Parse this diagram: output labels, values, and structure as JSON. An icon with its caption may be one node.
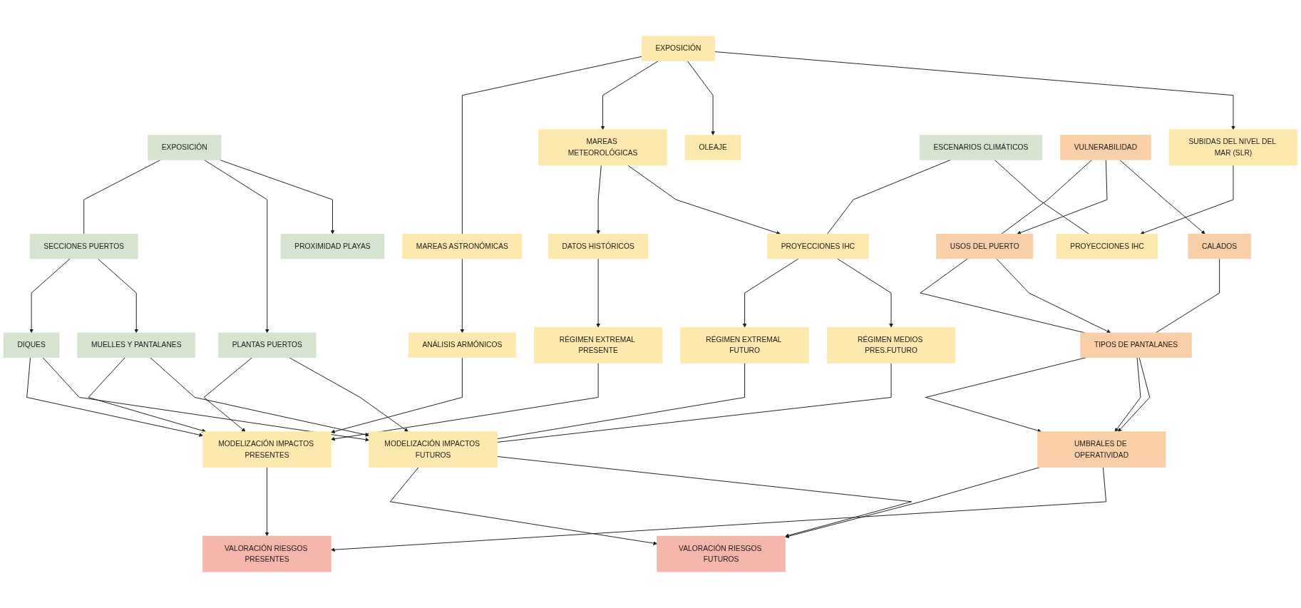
{
  "diagram": {
    "nodes": [
      {
        "text": [
          "EXPOSICIÓN"
        ]
      },
      {
        "text": [
          "SECCIONES PUERTOS"
        ]
      },
      {
        "text": [
          "PLANTAS PUERTOS"
        ]
      },
      {
        "text": [
          "PROXIMIDAD PLAYAS"
        ]
      },
      {
        "text": [
          "DIQUES"
        ]
      },
      {
        "text": [
          "MUELLES Y PANTALANES"
        ]
      },
      {
        "text": [
          "EXPOSICIÓN"
        ]
      },
      {
        "text": [
          "MAREAS ASTRONÓMICAS"
        ]
      },
      {
        "text": [
          "OLEAJE"
        ]
      },
      {
        "text": [
          "SUBIDAS DEL NIVEL DEL MAR (SLR)"
        ]
      },
      {
        "text": [
          "ANÁLISIS ARMÓNICOS"
        ]
      },
      {
        "text": [
          "MAREAS METEOROLÓGICAS"
        ]
      },
      {
        "text": [
          "ESCENARIOS CLIMÁTICOS"
        ]
      },
      {
        "text": [
          "VULNERABILIDAD"
        ]
      },
      {
        "text": [
          "DATOS HISTÓRICOS"
        ]
      },
      {
        "text": [
          "PROYECCIONES IHC"
        ]
      },
      {
        "text": [
          "PROYECCIONES IHC"
        ]
      },
      {
        "text": [
          "RÉGIMEN EXTREMAL PRESENTE"
        ]
      },
      {
        "text": [
          "RÉGIMEN EXTREMAL FUTURO"
        ]
      },
      {
        "text": [
          "RÉGIMEN MEDIOS PRES.FUTURO"
        ]
      },
      {
        "text": [
          "USOS DEL PUERTO"
        ]
      },
      {
        "text": [
          "CALADOS"
        ]
      },
      {
        "text": [
          "MODELIZACIÓN IMPACTOS PRESENTES"
        ]
      },
      {
        "text": [
          "MODELIZACIÓN IMPACTOS FUTUROS"
        ]
      },
      {
        "text": [
          "TIPOS DE PANTALANES"
        ]
      },
      {
        "text": [
          "UMBRALES DE OPERATIVIDAD"
        ]
      },
      {
        "text": [
          "VALORACIÓN RIESGOS PRESENTES"
        ]
      },
      {
        "text": [
          "VALORACIÓN RIESGOS FUTUROS"
        ]
      }
    ],
    "edges": [
      {
        "from": 0,
        "to": 1,
        "arrow": "none"
      },
      {
        "from": 0,
        "to": 2,
        "arrow": "to"
      },
      {
        "from": 0,
        "to": 3,
        "arrow": "to"
      },
      {
        "from": 1,
        "to": 4,
        "arrow": "to"
      },
      {
        "from": 1,
        "to": 5,
        "arrow": "to"
      },
      {
        "from": 2,
        "to": 22,
        "arrow": "to"
      },
      {
        "from": 4,
        "to": 22,
        "arrow": "to"
      },
      {
        "from": 5,
        "to": 22,
        "arrow": "to"
      },
      {
        "from": 2,
        "to": 23,
        "arrow": "to"
      },
      {
        "from": 4,
        "to": 23,
        "arrow": "to"
      },
      {
        "from": 5,
        "to": 23,
        "arrow": "to"
      },
      {
        "from": 6,
        "to": 7,
        "arrow": "none"
      },
      {
        "from": 6,
        "to": 11,
        "arrow": "to"
      },
      {
        "from": 6,
        "to": 8,
        "arrow": "to"
      },
      {
        "from": 6,
        "to": 9,
        "arrow": "to"
      },
      {
        "from": 7,
        "to": 10,
        "arrow": "to"
      },
      {
        "from": 10,
        "to": 22,
        "arrow": "to"
      },
      {
        "from": 11,
        "to": 14,
        "arrow": "to"
      },
      {
        "from": 11,
        "to": 15,
        "arrow": "to"
      },
      {
        "from": 12,
        "to": 15,
        "arrow": "none"
      },
      {
        "from": 12,
        "to": 16,
        "arrow": "none"
      },
      {
        "from": 9,
        "to": 16,
        "arrow": "to"
      },
      {
        "from": 14,
        "to": 17,
        "arrow": "to"
      },
      {
        "from": 15,
        "to": 18,
        "arrow": "to"
      },
      {
        "from": 15,
        "to": 19,
        "arrow": "to"
      },
      {
        "from": 17,
        "to": 22,
        "arrow": "to"
      },
      {
        "from": 18,
        "to": 23,
        "arrow": "none"
      },
      {
        "from": 19,
        "to": 23,
        "arrow": "none"
      },
      {
        "from": 22,
        "to": 26,
        "arrow": "to"
      },
      {
        "from": 23,
        "to": 27,
        "arrow": "to"
      },
      {
        "from": 23,
        "to": 27,
        "arrow": "to"
      },
      {
        "from": 13,
        "to": 20,
        "arrow": "none"
      },
      {
        "from": 13,
        "to": 20,
        "arrow": "to"
      },
      {
        "from": 13,
        "to": 21,
        "arrow": "to"
      },
      {
        "from": 20,
        "to": 24,
        "arrow": "none"
      },
      {
        "from": 20,
        "to": 24,
        "arrow": "to"
      },
      {
        "from": 21,
        "to": 24,
        "arrow": "none"
      },
      {
        "from": 24,
        "to": 25,
        "arrow": "to"
      },
      {
        "from": 24,
        "to": 25,
        "arrow": "to"
      },
      {
        "from": 24,
        "to": 25,
        "arrow": "to"
      },
      {
        "from": 25,
        "to": 27,
        "arrow": "to"
      },
      {
        "from": 25,
        "to": 26,
        "arrow": "to"
      }
    ]
  }
}
